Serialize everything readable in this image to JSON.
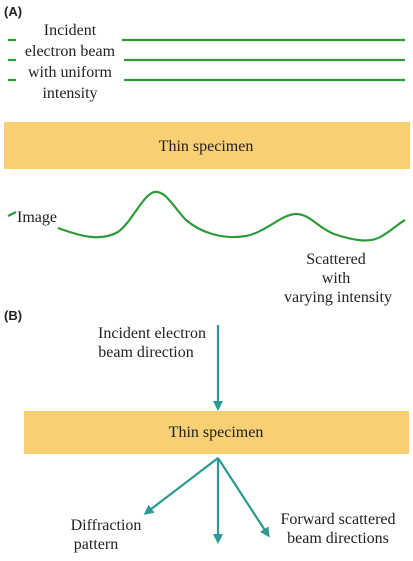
{
  "panel_a": {
    "label": "(A)",
    "incident_beam_text": [
      "Incident",
      "electron beam",
      "with uniform",
      "intensity"
    ],
    "specimen_label": "Thin specimen",
    "image_label": "Image",
    "scattered_text": [
      "Scattered",
      "with",
      "varying intensity"
    ]
  },
  "panel_b": {
    "label": "(B)",
    "incident_direction_text": [
      "Incident electron",
      "beam direction"
    ],
    "specimen_label": "Thin specimen",
    "diffraction_text": [
      "Diffraction",
      "pattern"
    ],
    "forward_scattered_text": [
      "Forward scattered",
      "beam directions"
    ]
  },
  "colors": {
    "beam_green": "#2d9b3a",
    "arrow_teal": "#2a9a94",
    "specimen_fill": "#f8cf72",
    "text": "#222222"
  }
}
